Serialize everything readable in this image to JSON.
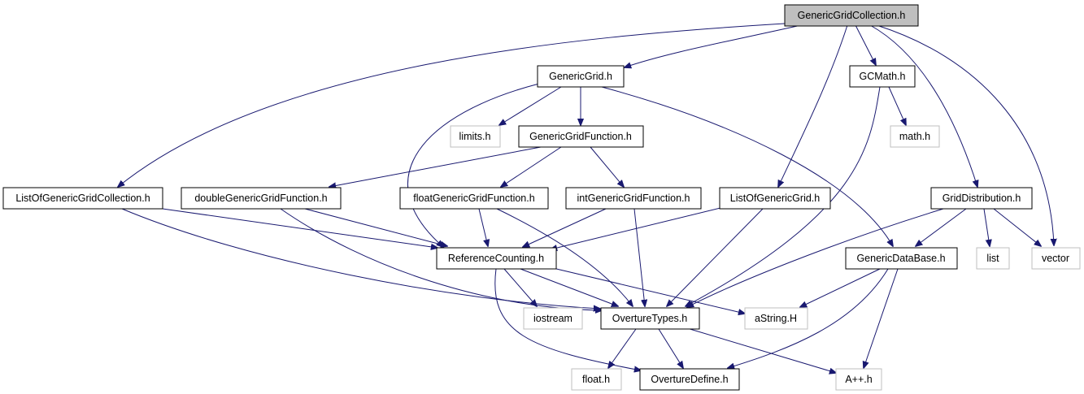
{
  "diagram": {
    "colors": {
      "edge": "#191970",
      "project_header_border": "#000000",
      "system_header_border": "#bfbfbf",
      "root_fill": "#bfbfbf"
    },
    "nodes": {
      "root": "GenericGridCollection.h",
      "genericgrid": "GenericGrid.h",
      "gcmath": "GCMath.h",
      "limits": "limits.h",
      "genericgridfunction": "GenericGridFunction.h",
      "mathh": "math.h",
      "listofgenericgridcollection": "ListOfGenericGridCollection.h",
      "doublegenericgridfunction": "doubleGenericGridFunction.h",
      "floatgenericgridfunction": "floatGenericGridFunction.h",
      "intgenericgridfunction": "intGenericGridFunction.h",
      "listofgenericgrid": "ListOfGenericGrid.h",
      "griddistribution": "GridDistribution.h",
      "referencecounting": "ReferenceCounting.h",
      "genericdatabase": "GenericDataBase.h",
      "list": "list",
      "vector": "vector",
      "iostream": "iostream",
      "overturetypes": "OvertureTypes.h",
      "astring": "aString.H",
      "floath": "float.h",
      "overturedefine": "OvertureDefine.h",
      "aplusplus": "A++.h"
    }
  }
}
